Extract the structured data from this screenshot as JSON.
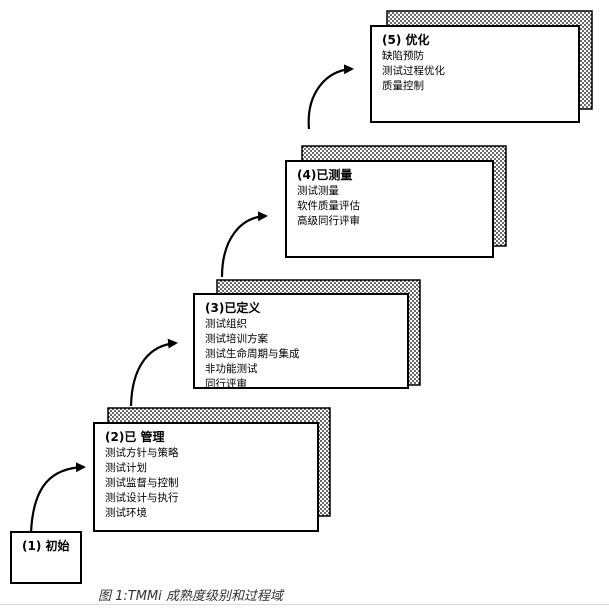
{
  "levels": [
    {
      "title": "(1) 初始",
      "items": []
    },
    {
      "title": "(2)已 管理",
      "items": [
        "测试方针与策略",
        "测试计划",
        "测试监督与控制",
        "测试设计与执行",
        "测试环境"
      ]
    },
    {
      "title": "(3)已定义",
      "items": [
        "测试组织",
        "测试培训方案",
        "测试生命周期与集成",
        "非功能测试",
        "同行评审"
      ]
    },
    {
      "title": "(4)已测量",
      "items": [
        "测试测量",
        "软件质量评估",
        "高级同行评审"
      ]
    },
    {
      "title": "(5) 优化",
      "items": [
        "缺陷预防",
        "测试过程优化",
        "质量控制"
      ]
    }
  ],
  "caption": "图 1:TMMi 成熟度级别和过程域"
}
